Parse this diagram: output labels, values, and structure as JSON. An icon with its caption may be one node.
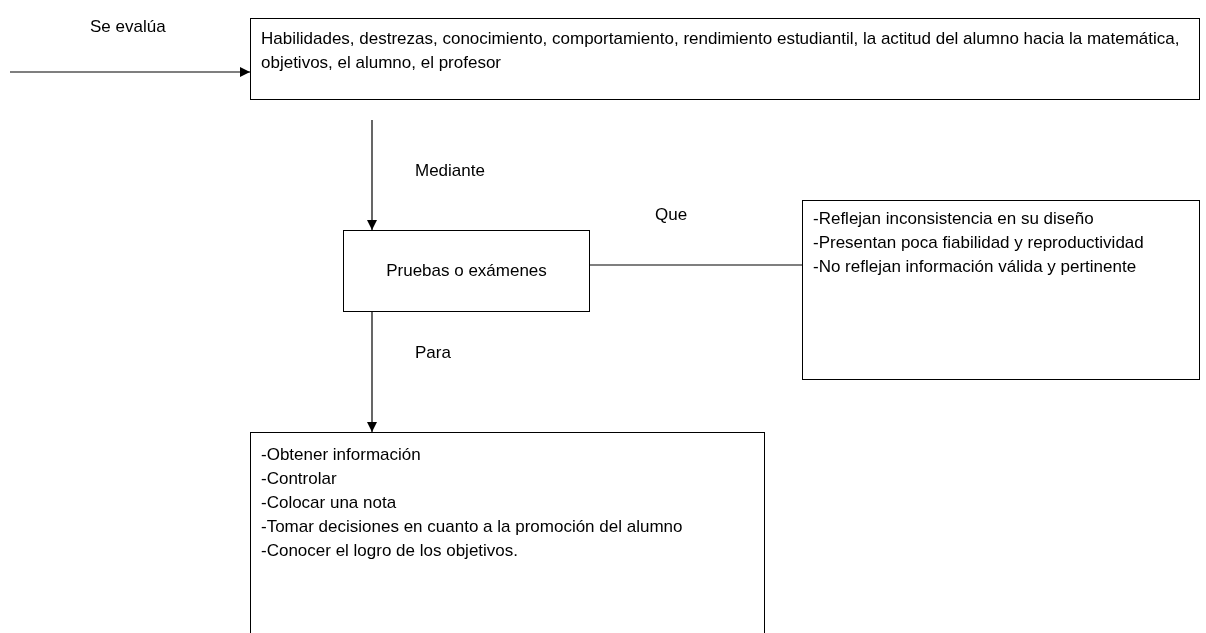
{
  "diagram": {
    "nodes": [
      {
        "text": [
          "Habilidades, destrezas, conocimiento, comportamiento, rendimiento estudiantil, la actitud del alumno hacia la matemática, objetivos, el alumno, el profesor"
        ]
      },
      {
        "text": [
          "Pruebas o exámenes"
        ]
      },
      {
        "text": [
          "-Reflejan inconsistencia en su diseño",
          "-Presentan poca fiabilidad y reproductividad",
          "-No reflejan información válida y pertinente"
        ]
      },
      {
        "text": [
          "-Obtener información",
          "-Controlar",
          "-Colocar una nota",
          "-Tomar decisiones en cuanto a la promoción del alumno",
          "-Conocer el logro de los objetivos."
        ]
      }
    ],
    "edges": [
      {
        "from": null,
        "to": 0,
        "arrow": "to",
        "label": "Se evalúa"
      },
      {
        "from": 0,
        "to": 1,
        "arrow": "to",
        "label": "Mediante"
      },
      {
        "from": 1,
        "to": 2,
        "arrow": "none",
        "label": "Que"
      },
      {
        "from": 1,
        "to": 3,
        "arrow": "to",
        "label": "Para"
      }
    ]
  }
}
